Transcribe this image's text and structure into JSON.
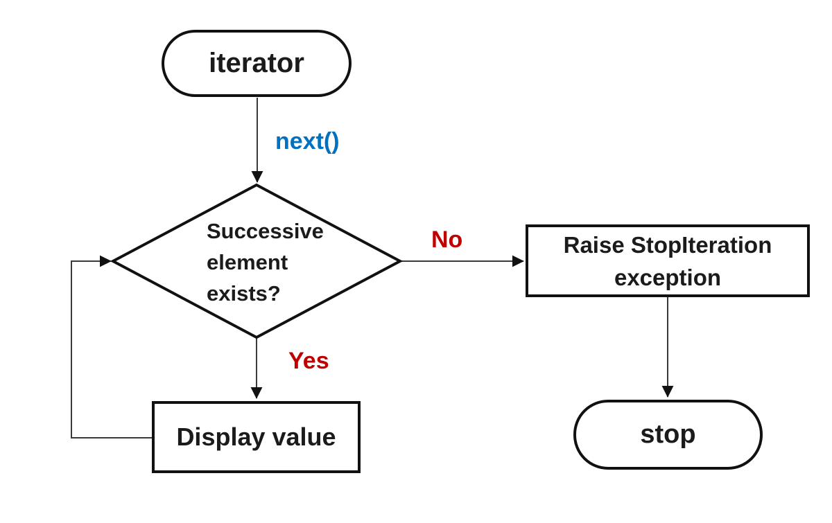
{
  "diagram": {
    "type": "flowchart",
    "background": "#ffffff",
    "colors": {
      "shape_stroke": "#111111",
      "connector": "#3a3a3a",
      "arrowhead": "#111111",
      "text": "#1b1b1b",
      "label_blue": "#0070C0",
      "label_red": "#C00000",
      "shape_fill": "#ffffff"
    },
    "nodes": [
      {
        "id": "iterator",
        "shape": "terminator",
        "label": "iterator"
      },
      {
        "id": "decision",
        "shape": "decision",
        "lines": [
          "Successive",
          "element",
          "exists?"
        ]
      },
      {
        "id": "raise",
        "shape": "process",
        "lines": [
          "Raise StopIteration",
          "exception"
        ]
      },
      {
        "id": "display",
        "shape": "process",
        "label": "Display value"
      },
      {
        "id": "stop",
        "shape": "terminator",
        "label": "stop"
      }
    ],
    "edges": [
      {
        "from": "iterator",
        "to": "decision",
        "label": "next()",
        "label_color": "#0070C0"
      },
      {
        "from": "decision",
        "to": "raise",
        "label": "No",
        "label_color": "#C00000"
      },
      {
        "from": "decision",
        "to": "display",
        "label": "Yes",
        "label_color": "#C00000"
      },
      {
        "from": "raise",
        "to": "stop",
        "label": ""
      },
      {
        "from": "display",
        "to": "decision",
        "label": ""
      }
    ]
  }
}
